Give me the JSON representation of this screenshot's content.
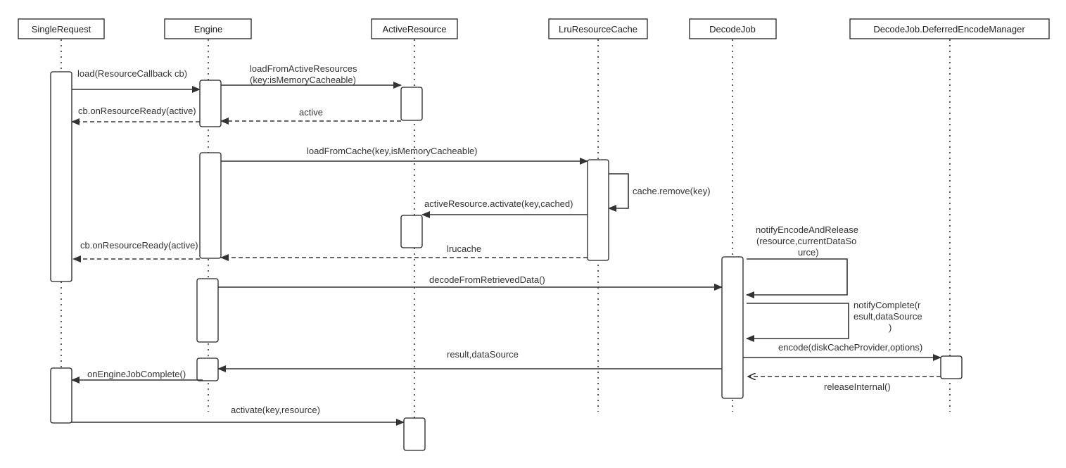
{
  "participants": [
    {
      "id": "single_request",
      "label": "SingleRequest"
    },
    {
      "id": "engine",
      "label": "Engine"
    },
    {
      "id": "active_resource",
      "label": "ActiveResource"
    },
    {
      "id": "lru_resource_cache",
      "label": "LruResourceCache"
    },
    {
      "id": "decode_job",
      "label": "DecodeJob"
    },
    {
      "id": "deferred_encode_manager",
      "label": "DecodeJob.DeferredEncodeManager"
    }
  ],
  "messages": [
    {
      "id": "m1",
      "lines": [
        "load(ResourceCallback cb)"
      ],
      "type": "sync"
    },
    {
      "id": "m2",
      "lines": [
        "loadFromActiveResources",
        "(key:isMemoryCacheable)"
      ],
      "type": "sync"
    },
    {
      "id": "m3",
      "lines": [
        "active"
      ],
      "type": "return"
    },
    {
      "id": "m4",
      "lines": [
        "cb.onResourceReady(active)"
      ],
      "type": "return"
    },
    {
      "id": "m5",
      "lines": [
        "loadFromCache(key,isMemoryCacheable)"
      ],
      "type": "sync"
    },
    {
      "id": "m6",
      "lines": [
        "cache.remove(key)"
      ],
      "type": "self"
    },
    {
      "id": "m7",
      "lines": [
        "activeResource.activate(key,cached)"
      ],
      "type": "sync"
    },
    {
      "id": "m8",
      "lines": [
        "lrucache"
      ],
      "type": "return"
    },
    {
      "id": "m9",
      "lines": [
        "cb.onResourceReady(active)"
      ],
      "type": "return"
    },
    {
      "id": "m10",
      "lines": [
        "decodeFromRetrievedData()"
      ],
      "type": "sync"
    },
    {
      "id": "m11",
      "lines": [
        "notifyEncodeAndRelease",
        "(resource,currentDataSo",
        "urce)"
      ],
      "type": "self"
    },
    {
      "id": "m12",
      "lines": [
        "notifyComplete(r",
        "esult,dataSource",
        ")"
      ],
      "type": "self"
    },
    {
      "id": "m13",
      "lines": [
        "encode(diskCacheProvider,options)"
      ],
      "type": "sync"
    },
    {
      "id": "m14",
      "lines": [
        "releaseInternal()"
      ],
      "type": "return"
    },
    {
      "id": "m15",
      "lines": [
        "result,dataSource"
      ],
      "type": "sync"
    },
    {
      "id": "m16",
      "lines": [
        "onEngineJobComplete()"
      ],
      "type": "sync"
    },
    {
      "id": "m17",
      "lines": [
        "activate(key,resource)"
      ],
      "type": "sync"
    }
  ],
  "colors": {
    "line": "#333333",
    "text": "#333333",
    "box_fill": "#ffffff"
  }
}
